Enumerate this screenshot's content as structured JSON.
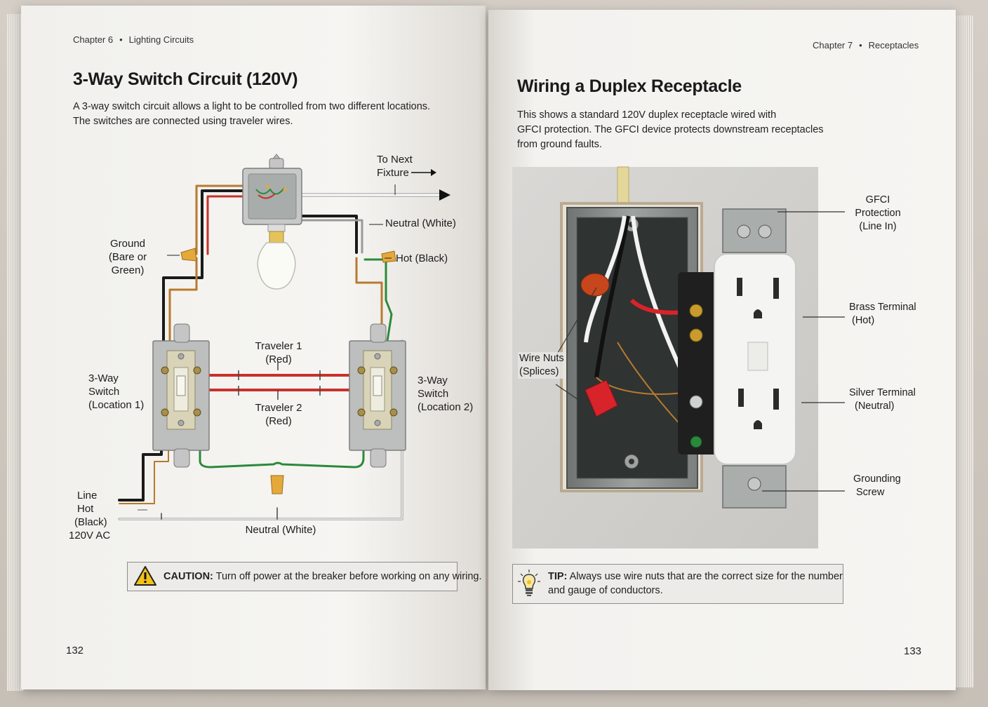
{
  "left_page": {
    "running_head": {
      "chapter": "Chapter 6",
      "separator": "•",
      "section": "Lighting Circuits"
    },
    "title": "3-Way Switch Circuit (120V)",
    "intro_line1": "A 3-way switch circuit allows a light to be controlled from two different locations.",
    "intro_line2": "The switches are connected using traveler wires.",
    "labels": {
      "to_next_fixture_1": "To Next",
      "to_next_fixture_2": "Fixture",
      "neutral_top": "Neutral (White)",
      "hot_top": "Hot (Black)",
      "ground_1": "Ground",
      "ground_2": "(Bare or Green)",
      "traveler1_1": "Traveler 1",
      "traveler1_2": "(Red)",
      "traveler2_1": "Traveler 2",
      "traveler2_2": "(Red)",
      "switch1_1": "3-Way",
      "switch1_2": "Switch",
      "switch1_3": "(Location 1)",
      "switch2_1": "3-Way",
      "switch2_2": "Switch",
      "switch2_3": "(Location 2)",
      "line_1": "Line",
      "line_2": "Hot",
      "line_3": "(Black)",
      "line_4": "120V AC",
      "neutral_bottom": "Neutral (White)"
    },
    "caution_label": "CAUTION:",
    "caution_text": "Turn off power at the breaker before working on any wiring.",
    "page_number": "132"
  },
  "right_page": {
    "running_head": {
      "chapter": "Chapter 7",
      "separator": "•",
      "section": "Receptacles"
    },
    "title": "Wiring a Duplex Receptacle",
    "intro_line1": "This shows a standard 120V duplex receptacle wired with",
    "intro_line2": "GFCI protection. The GFCI device protects downstream receptacles",
    "intro_line3": "from ground faults.",
    "labels": {
      "gfci_1": "GFCI",
      "gfci_2": "Protection",
      "gfci_3": "(Line In)",
      "brass_1": "Brass Terminal",
      "brass_2": "(Hot)",
      "silver_1": "Silver Terminal",
      "silver_2": "(Neutral)",
      "grounding_1": "Grounding",
      "grounding_2": "Screw",
      "wirenuts_1": "Wire Nuts",
      "wirenuts_2": "(Splices)"
    },
    "tip_label": "TIP:",
    "tip_text_1": "Always use wire nuts that are the correct size for the number",
    "tip_text_2": "and gauge of conductors.",
    "page_number": "133"
  },
  "colors": {
    "hot": "#1a1a1a",
    "traveler": "#c8312a",
    "ground": "#2a8a3a",
    "neutral": "#eeeeee",
    "bare": "#b87a2e",
    "nut_yellow": "#e5a93a",
    "nut_red": "#d8232a",
    "caution_yellow": "#f2c21b"
  },
  "icons": [
    "warning-triangle-icon",
    "lightbulb-icon"
  ]
}
